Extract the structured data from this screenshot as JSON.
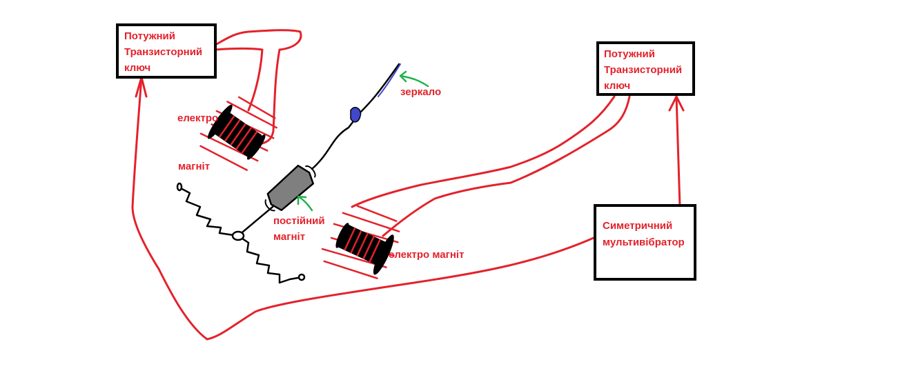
{
  "blocks": {
    "switch_left": {
      "lines": [
        "Потужний",
        "Транзисторний",
        "ключ"
      ]
    },
    "switch_right": {
      "lines": [
        "Потужний",
        "Транзисторний",
        "ключ"
      ]
    },
    "multivibrator": {
      "lines": [
        "Симетричний",
        "мультивібратор"
      ]
    }
  },
  "labels": {
    "coil_left_top": "електро",
    "coil_left_bottom": "магніт",
    "mirror": "зеркало",
    "permanent_magnet_1": "постійний",
    "permanent_magnet_2": "магніт",
    "coil_right": "електро магніт"
  },
  "colors": {
    "wire": "#e3222b",
    "outline": "#000000",
    "magnet": "#7f7f7f",
    "mirror": "#3f48cc",
    "pointer": "#22b14c"
  }
}
